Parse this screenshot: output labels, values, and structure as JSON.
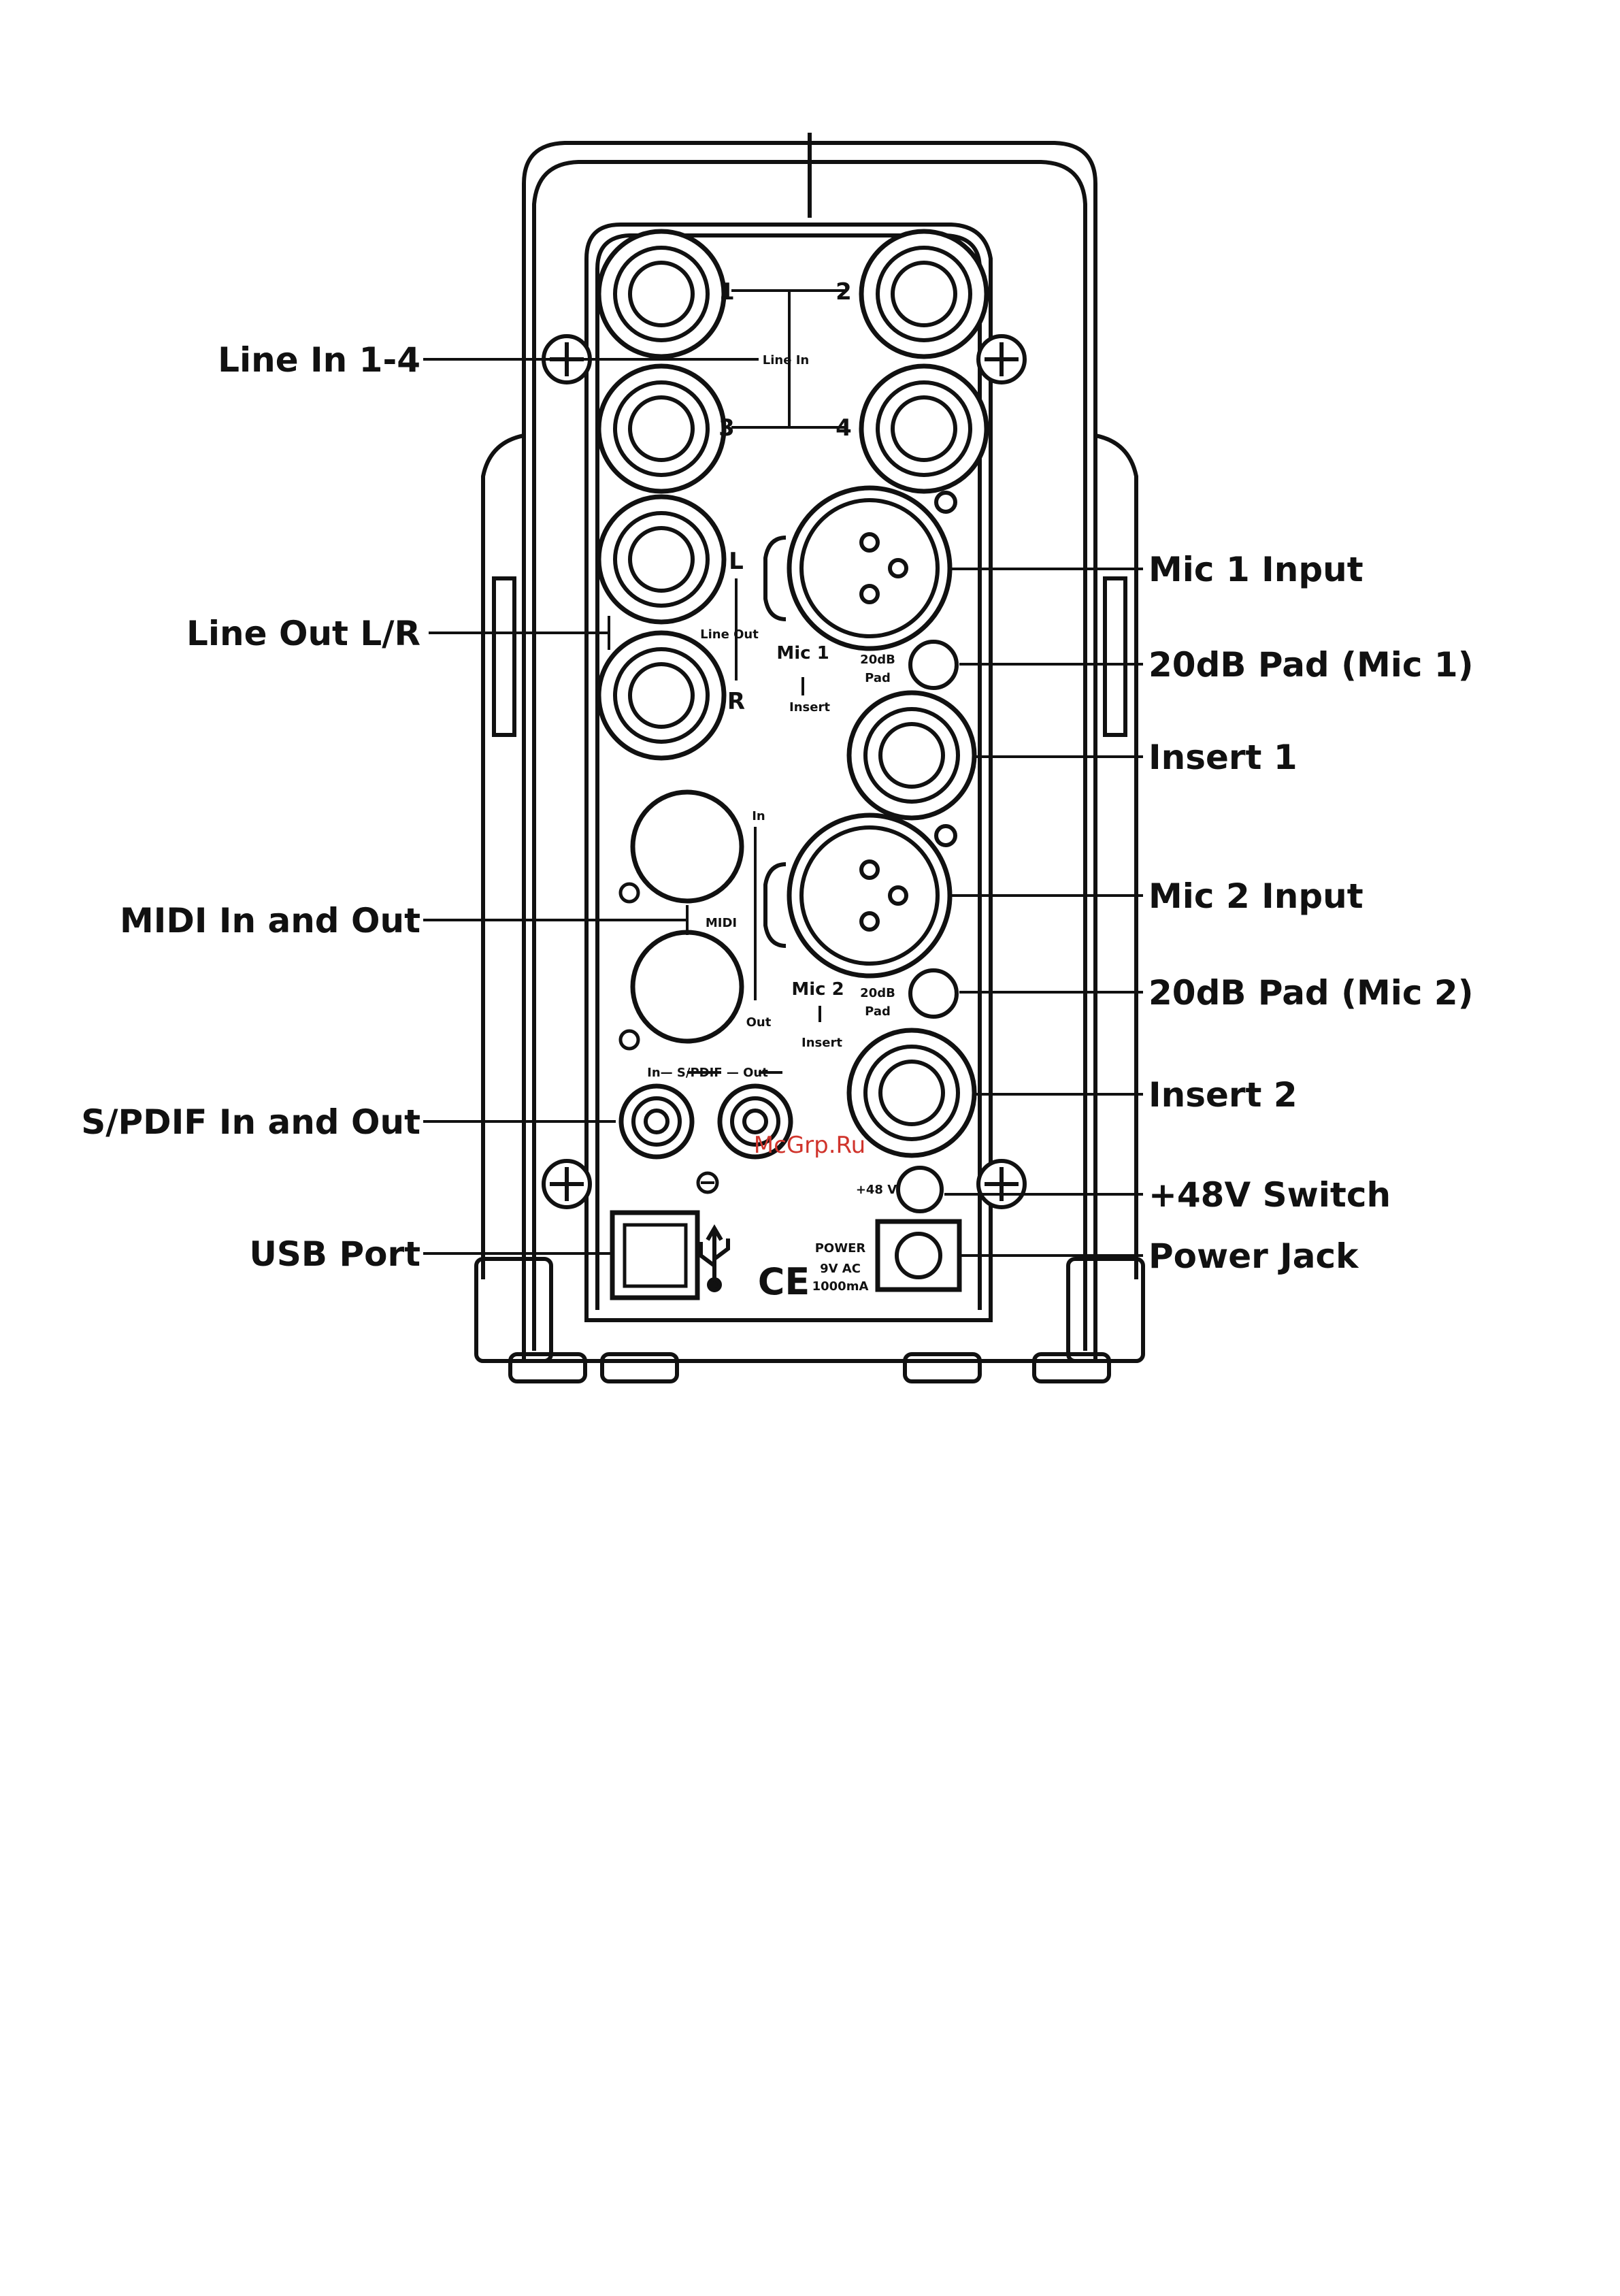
{
  "callouts_left": {
    "line_in": "Line In 1-4",
    "line_out": "Line Out L/R",
    "midi": "MIDI In and Out",
    "spdif": "S/PDIF In and Out",
    "usb": "USB Port"
  },
  "callouts_right": {
    "mic1": "Mic 1 Input",
    "pad1": "20dB Pad (Mic 1)",
    "insert1": "Insert 1",
    "mic2": "Mic 2 Input",
    "pad2": "20dB Pad (Mic 2)",
    "insert2": "Insert 2",
    "phantom": "+48V Switch",
    "power": "Power Jack"
  },
  "panel_labels": {
    "jack1": "1",
    "jack2": "2",
    "jack3": "3",
    "jack4": "4",
    "line_in": "Line In",
    "left": "L",
    "right": "R",
    "line_out": "Line Out",
    "mic1": "Mic 1",
    "insert_a": "Insert",
    "pad_a1": "20dB",
    "pad_a2": "Pad",
    "midi_in": "In",
    "midi": "MIDI",
    "midi_out": "Out",
    "mic2": "Mic 2",
    "insert_b": "Insert",
    "pad_b1": "20dB",
    "pad_b2": "Pad",
    "spdif": "In— S/PDIF — Out",
    "phantom": "+48 V",
    "power": "POWER",
    "power_v": "9V AC",
    "power_a": "1000mA",
    "ce": "CE"
  },
  "watermark": "McGrp.Ru"
}
